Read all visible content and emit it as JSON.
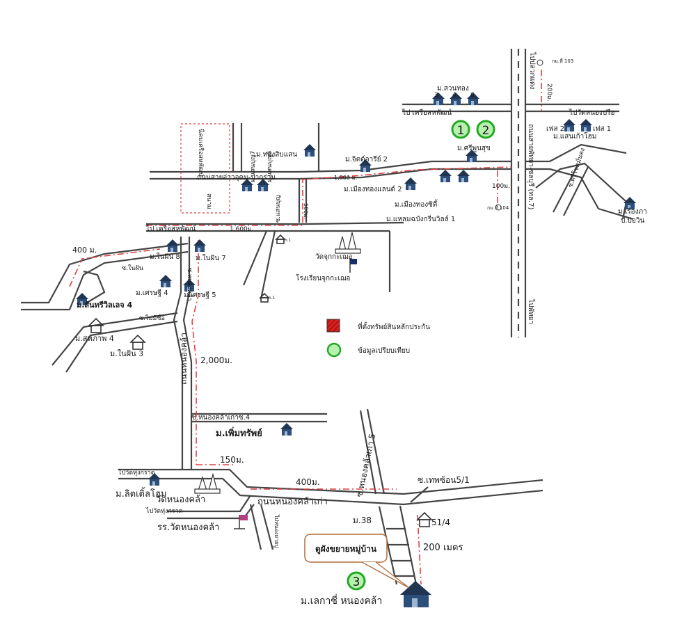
{
  "map": {
    "villages": {
      "suan_thong": "ม.สวนทอง",
      "suan_thong_nums": [
        "3",
        "4",
        "6"
      ],
      "thong_sib_saen": "ม.ทองสิบแสน",
      "chit_arin_2": "ม.จิตต์อารีย์ 2",
      "muang_thong_land_2": "ม.เมืองทองแลนด์ 2",
      "muang_thong_city": "ม.เมืองทองซิตี้",
      "laemchabang_green_ville_1": "ม.แหลมฉบังกรีนวิลล์ 1",
      "sri_poon_suk": "ม.ศรีพูนสุข",
      "phase2": "เฟส 2",
      "phase1": "เฟส 1",
      "saen_kaeo_home": "ม.แสนเก้าโฮม",
      "ruangpha": "ม.เรืองภา",
      "bo_win": "ป.บ่อวิน",
      "saen_boon_7": "ม.แสนบุญ7",
      "saen_boon_6": "ม.แสนบุญ6",
      "nai_fan_8": "ม.ในฝัน 8",
      "nai_fan_7": "ม.ในฝัน 7",
      "setthi_4": "ม.เศรษฐี 4",
      "setthi_5": "ม.เศรษฐี 5",
      "santhree_village_4": "ม.สันทรีวิลเลจ 4",
      "sahapap_4": "ม.สหภาพ 4",
      "nai_fan_3": "ม.ในฝัน 3",
      "permsap": "ม.เพิ่มทรัพย์",
      "little_home": "ม.ลิตเติ้ลโฮม",
      "lecasi": "ม.เลกาซี่ หนองคล้า"
    },
    "roads": {
      "to_songkhla_top": "ไป เครือสหพัฒน์",
      "to_wat_nong_prue": "ไปวัดหนองปรือ",
      "to_pluak_daeng": "ไปปลวกแดง",
      "sai_sam": "ถนนสายอ่าวอุดม-ปากร่วม",
      "sukhumvit": "ถนนสายพัทยา-ชลบุรี (ทล.7)",
      "pattaya": "ไปพัทยา",
      "to_songkhla_mid": "ไป เครือสหพัฒน์",
      "soi_nai_fan": "ซ.ในฝัน",
      "soi_nai_mi_chue": "ซ.ไม่มีชื่อ",
      "soi_nai_mi_chue2": "ซ.ไม่มีชื่อ",
      "saen_boon_road": "ซ.แสนบุญ",
      "thanon_nong_khla": "ถนนหนองคล้า",
      "soi_nong_khla_kao_4": "ซ.หนองคล้าเก่าซ.4",
      "to_wat_thung_krad": "ไปวัดทุ่งกราด",
      "to_wat_thung_krad2": "ไปวัดทุ่งกราด",
      "thanon_nong_khla_kao": "ถนนหนองคล้าเก่า",
      "soi_nong_khla_kao_5": "ซ.หนองคล้าเก่า 5",
      "soi_thepsathon": "ซ.เทพซ้อน5/1",
      "to_phanat": "ไปหนองยายบู่",
      "moo38": "ม.38",
      "no514": "51/4",
      "industrial_area": "นิคมเครือสหพัฒน์",
      "area_label": "สนาม",
      "soi_tri_chok": "ซ.ตรีโชคมั่นคง",
      "soi_nong_khla_1": "ซ.หนองคล้า"
    },
    "landmarks": {
      "wat_chak_krachet": "วัดจุกกะเฌอ",
      "school_chak_krachet": "โรงเรียนจุกกะเฌอ",
      "wat_nong_khla": "วัดหนองคล้า",
      "school_wat_nong_khla": "รร.วัดหนองคล้า",
      "km103": "กม.ที่ 103",
      "km104": "กม.ที่ 104",
      "km1a": "ก.1",
      "km1b": "ก.1"
    },
    "distances": {
      "d1800": "1,800 ม.",
      "d1600": "1,600ม.",
      "d500": "500ม.",
      "d400a": "400 ม.",
      "d2000": "2,000ม.",
      "d150": "150ม.",
      "d400b": "400ม.",
      "d200a": "200ม.",
      "d100": "100ม.",
      "d200b": "200 เมตร"
    },
    "markers": [
      {
        "label": "1"
      },
      {
        "label": "2"
      },
      {
        "label": "3"
      }
    ],
    "callout": "ดูผังขยายหมู่บ้าน",
    "legend": {
      "asset": "ที่ตั้งทรัพย์สินหลักประกัน",
      "compare": "ข้อมูลเปรียบเทียบ"
    },
    "colors": {
      "road": "#444444",
      "route": "#e04040",
      "marker_fill": "#b8f0b0",
      "marker_stroke": "#22aa22",
      "house": "#2c4e7a",
      "legend_asset": "#d62020"
    }
  }
}
